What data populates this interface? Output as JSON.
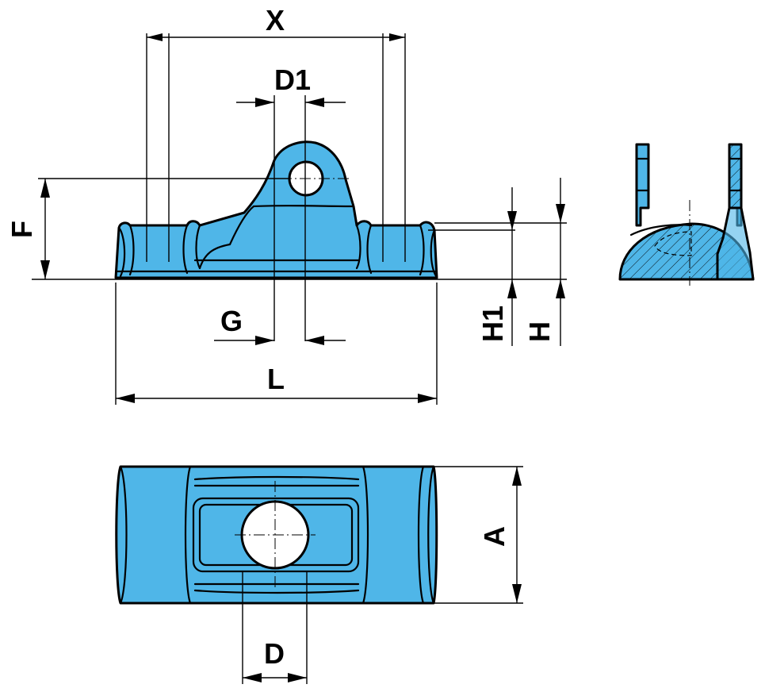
{
  "colors": {
    "part_fill": "#4fb6e8",
    "line": "#000000",
    "background": "#ffffff"
  },
  "dimensions": {
    "x": "X",
    "d1": "D1",
    "f": "F",
    "g": "G",
    "l": "L",
    "h1": "H1",
    "h": "H",
    "a": "A",
    "d": "D"
  }
}
